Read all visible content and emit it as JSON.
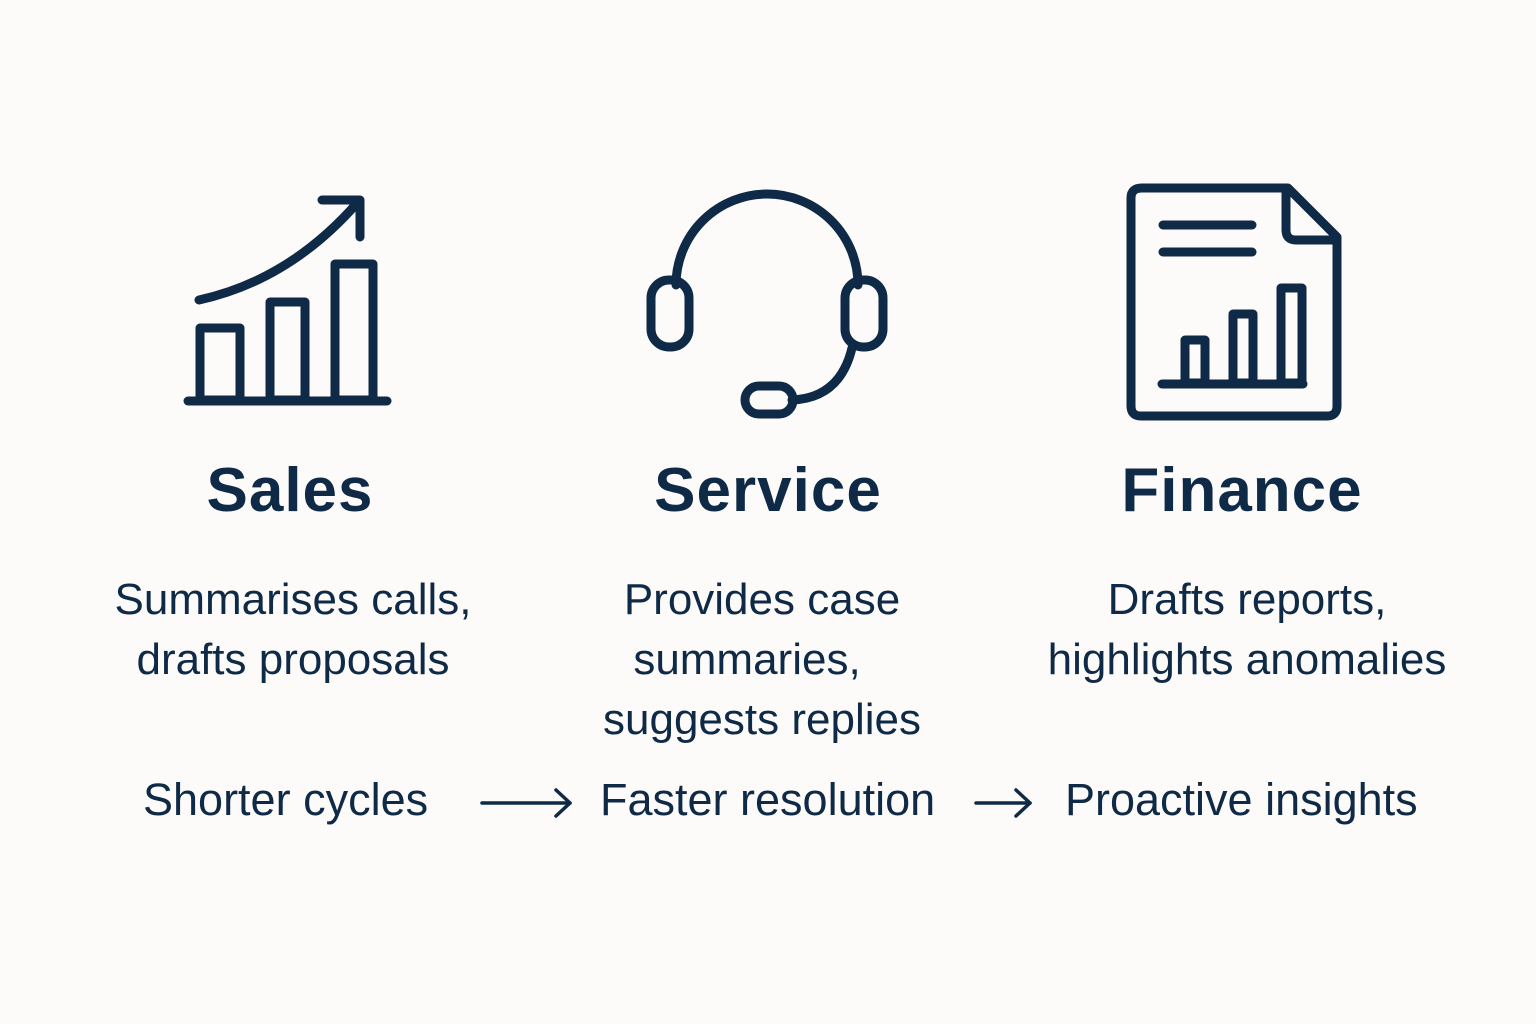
{
  "colors": {
    "ink": "#0f2a47",
    "background": "#fcfbf9"
  },
  "columns": [
    {
      "icon": "bar-chart-growth-icon",
      "title": "Sales",
      "description": [
        "Summarises calls,",
        "drafts proposals"
      ]
    },
    {
      "icon": "headset-icon",
      "title": "Service",
      "description": [
        "Provides case",
        "summaries,",
        "suggests replies"
      ]
    },
    {
      "icon": "financial-report-icon",
      "title": "Finance",
      "description": [
        "Drafts reports,",
        "highlights anomalies"
      ]
    }
  ],
  "flow": {
    "steps": [
      "Shorter cycles",
      "Faster resolution",
      "Proactive insights"
    ],
    "connector_icon": "arrow-right-icon"
  }
}
